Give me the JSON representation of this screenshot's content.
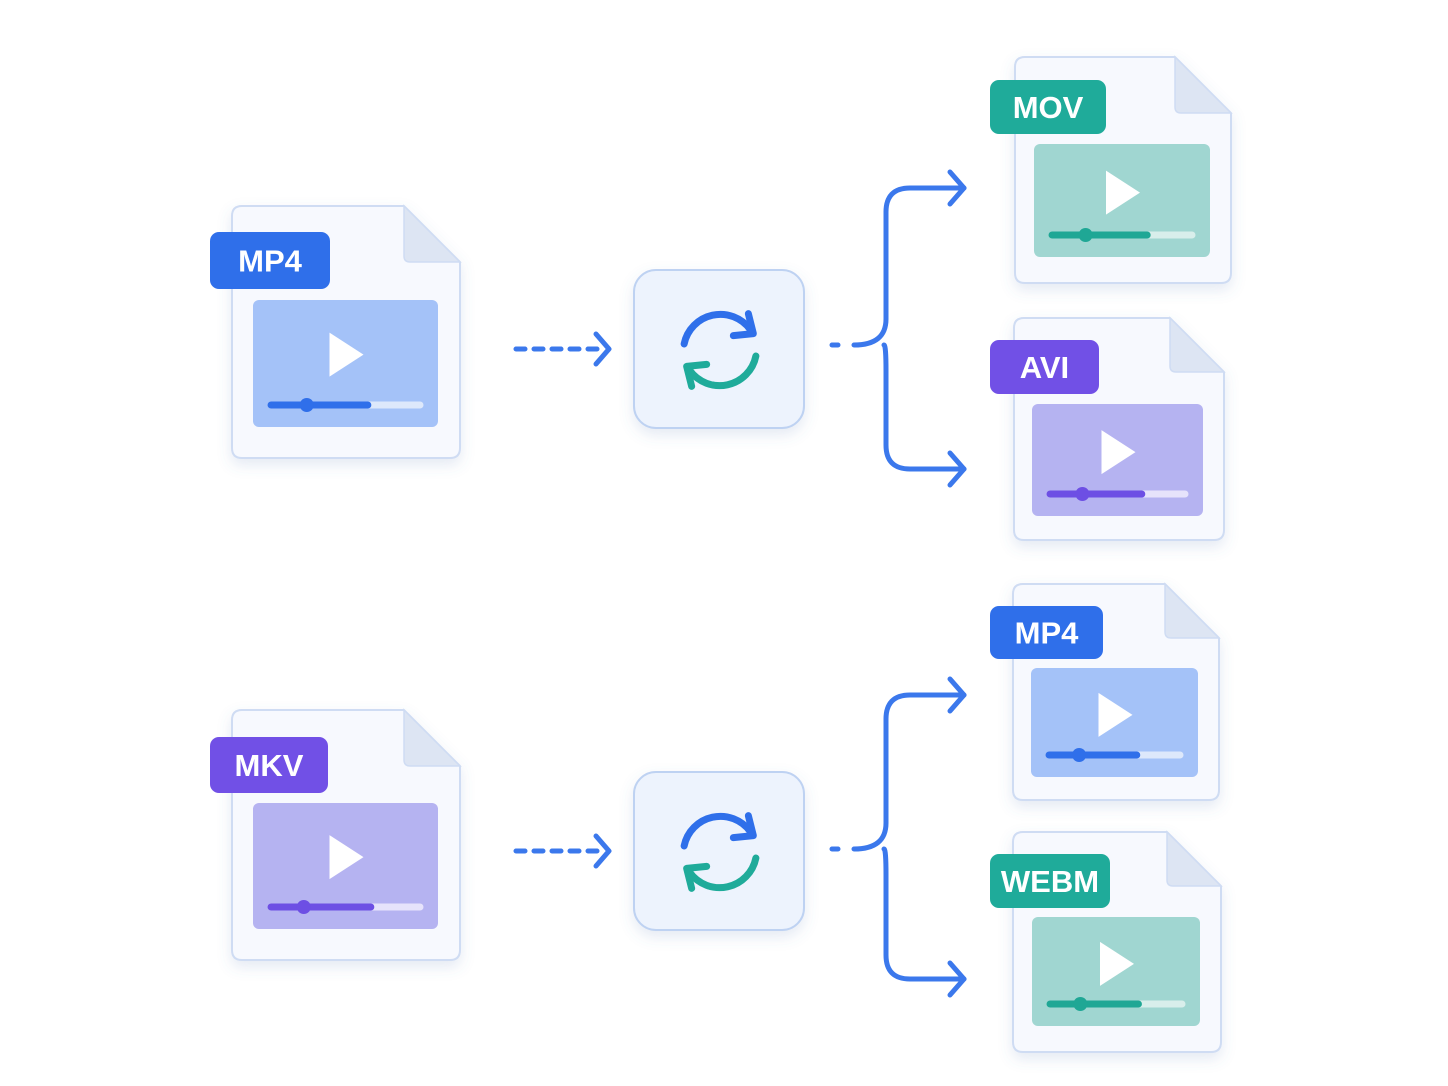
{
  "colors": {
    "blue": "#2f6fea",
    "purple": "#7150e6",
    "teal": "#1fab9a",
    "connector": "#3b78ec",
    "file_bg": "#f7f9fe",
    "file_border": "#cfdcf3",
    "converter_bg": "#edf3fd",
    "converter_border": "#bed2f2"
  },
  "icons": [
    "file-icon",
    "play-icon",
    "sync-icon",
    "arrow-right-icon"
  ],
  "rows": [
    {
      "source": {
        "label": "MP4",
        "theme": "blue",
        "progress": 0.65,
        "playhead": 0.24
      },
      "targets": [
        {
          "label": "MOV",
          "theme": "teal",
          "progress": 0.68,
          "playhead": 0.24
        },
        {
          "label": "AVI",
          "theme": "purple",
          "progress": 0.68,
          "playhead": 0.24
        }
      ]
    },
    {
      "source": {
        "label": "MKV",
        "theme": "purple",
        "progress": 0.67,
        "playhead": 0.22
      },
      "targets": [
        {
          "label": "MP4",
          "theme": "blue",
          "progress": 0.67,
          "playhead": 0.23
        },
        {
          "label": "WEBM",
          "theme": "teal",
          "progress": 0.67,
          "playhead": 0.23
        }
      ]
    }
  ]
}
